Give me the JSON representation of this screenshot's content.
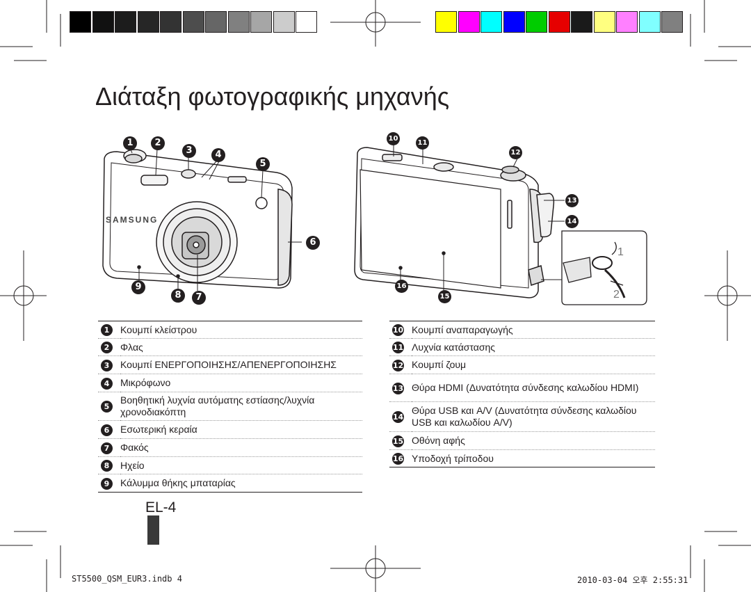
{
  "registration": {
    "gray_swatches": [
      "#000000",
      "#111111",
      "#1c1c1c",
      "#262626",
      "#333333",
      "#4d4d4d",
      "#666666",
      "#808080",
      "#a6a6a6",
      "#cccccc",
      "#ffffff"
    ],
    "color_swatches": [
      "#ffff00",
      "#ff00ff",
      "#00ffff",
      "#0000ff",
      "#00cc00",
      "#e60000",
      "#1a1a1a",
      "#ffff80",
      "#ff80ff",
      "#80ffff",
      "#808080"
    ]
  },
  "page": {
    "title": "Διάταξη φωτογραφικής μηχανής",
    "page_number": "EL-4"
  },
  "figure": {
    "brand_label": "SAMSUNG",
    "strap_step_1": "1",
    "strap_step_2": "2",
    "callouts": [
      "1",
      "2",
      "3",
      "4",
      "5",
      "6",
      "7",
      "8",
      "9",
      "10",
      "11",
      "12",
      "13",
      "14",
      "15",
      "16"
    ]
  },
  "legend_left": [
    {
      "num": "1",
      "text": "Κουμπί κλείστρου"
    },
    {
      "num": "2",
      "text": "Φλας"
    },
    {
      "num": "3",
      "text": "Κουμπί ΕΝΕΡΓΟΠΟΙΗΣΗΣ/ΑΠΕΝΕΡΓΟΠΟΙΗΣΗΣ"
    },
    {
      "num": "4",
      "text": "Μικρόφωνο"
    },
    {
      "num": "5",
      "text": "Βοηθητική λυχνία αυτόματης εστίασης/λυχνία χρονοδιακόπτη"
    },
    {
      "num": "6",
      "text": "Εσωτερική κεραία"
    },
    {
      "num": "7",
      "text": "Φακός"
    },
    {
      "num": "8",
      "text": "Ηχείο"
    },
    {
      "num": "9",
      "text": "Κάλυμμα θήκης μπαταρίας"
    }
  ],
  "legend_right": [
    {
      "num": "10",
      "text": "Κουμπί αναπαραγωγής"
    },
    {
      "num": "11",
      "text": "Λυχνία κατάστασης"
    },
    {
      "num": "12",
      "text": "Κουμπί ζουμ"
    },
    {
      "num": "13",
      "text": "Θύρα HDMI (Δυνατότητα σύνδεσης καλωδίου HDMI)"
    },
    {
      "num": "14",
      "text": "Θύρα USB και A/V (Δυνατότητα σύνδεσης καλωδίου USB και καλωδίου A/V)"
    },
    {
      "num": "15",
      "text": "Οθόνη αφής"
    },
    {
      "num": "16",
      "text": "Υποδοχή τρίποδου"
    }
  ],
  "footer": {
    "file": "ST5500_QSM_EUR3.indb   4",
    "datetime": "2010-03-04   오후 2:55:31"
  }
}
